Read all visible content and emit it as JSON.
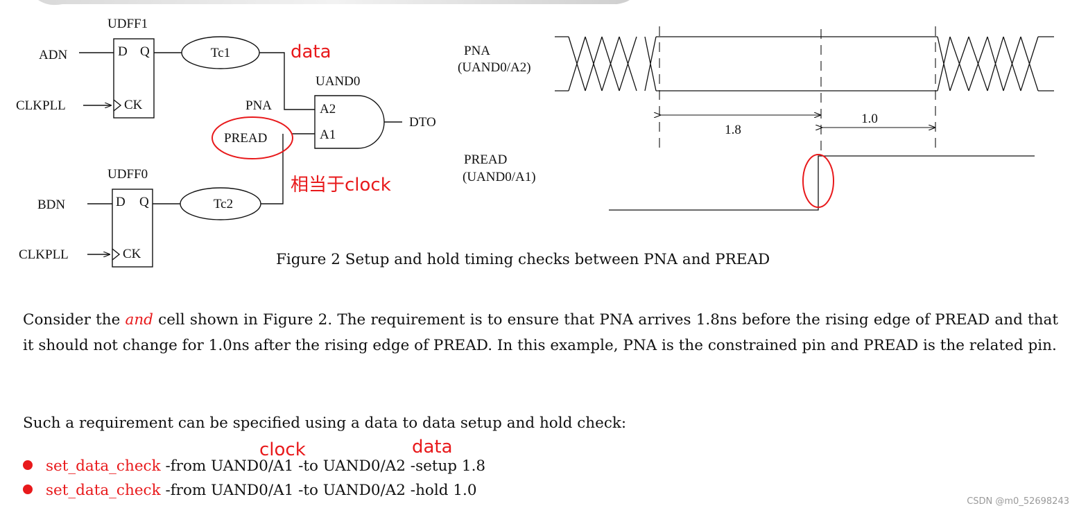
{
  "schematic": {
    "udff1": "UDFF1",
    "udff0": "UDFF0",
    "uand0": "UAND0",
    "pin_d": "D",
    "pin_q": "Q",
    "pin_ck": "CK",
    "pin_a2": "A2",
    "pin_a1": "A1",
    "adn": "ADN",
    "bdn": "BDN",
    "clkpll_1": "CLKPLL",
    "clkpll_0": "CLKPLL",
    "tc1": "Tc1",
    "tc2": "Tc2",
    "pna": "PNA",
    "pread": "PREAD",
    "dto": "DTO",
    "note_data": "data",
    "note_clock": "相当于clock"
  },
  "waveform": {
    "pna_label_1": "PNA",
    "pna_label_2": "(UAND0/A2)",
    "pread_label_1": "PREAD",
    "pread_label_2": "(UAND0/A1)",
    "setup_value": "1.8",
    "hold_value": "1.0"
  },
  "figure_caption": "Figure 2  Setup and hold timing checks between PNA and PREAD",
  "paragraph1": {
    "before": "Consider the ",
    "emphasis": "and",
    "after": " cell shown in Figure 2. The requirement is to ensure that PNA arrives 1.8ns before the rising edge of PREAD and that it should not change for 1.0ns after the rising edge of PREAD. In this example, PNA is the constrained pin and PREAD is the related pin."
  },
  "paragraph2": "Such a requirement can be specified using a data to data setup and hold check:",
  "annotations": {
    "clock": "clock",
    "data": "data"
  },
  "commands": [
    {
      "keyword": "set_data_check",
      "args": " -from UAND0/A1 -to UAND0/A2 -setup 1.8"
    },
    {
      "keyword": "set_data_check",
      "args": " -from UAND0/A1 -to UAND0/A2 -hold 1.0"
    }
  ],
  "watermark": "CSDN @m0_52698243",
  "colors": {
    "accent_red": "#e8191b",
    "text": "#111111",
    "watermark": "#9a9a9a"
  }
}
